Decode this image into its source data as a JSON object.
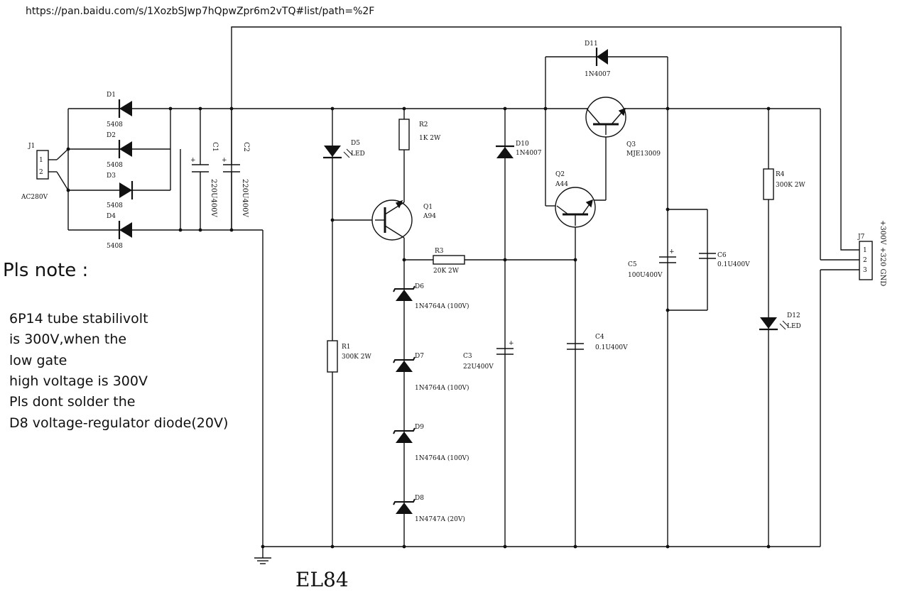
{
  "url": "https://pan.baidu.com/s/1XozbSJwp7hQpwZpr6m2vTQ#list/path=%2F",
  "note": {
    "title": "Pls note :",
    "lines": [
      "6P14 tube stabilivolt",
      "is 300V,when the",
      "low gate",
      "high voltage is 300V",
      "Pls dont solder the",
      "D8 voltage-regulator diode(20V)"
    ]
  },
  "caption": "EL84",
  "components": {
    "J1": {
      "ref": "J1",
      "pins": [
        "1",
        "2"
      ],
      "value": "AC280V"
    },
    "D1": {
      "ref": "D1",
      "value": "5408"
    },
    "D2": {
      "ref": "D2",
      "value": "5408"
    },
    "D3": {
      "ref": "D3",
      "value": "5408"
    },
    "D4": {
      "ref": "D4",
      "value": "5408"
    },
    "C1": {
      "ref": "C1",
      "value": "220U400V"
    },
    "C2": {
      "ref": "C2",
      "value": "220U400V"
    },
    "D5": {
      "ref": "D5",
      "value": "LED"
    },
    "R1": {
      "ref": "R1",
      "value": "300K 2W"
    },
    "R2": {
      "ref": "R2",
      "value": "1K 2W"
    },
    "Q1": {
      "ref": "Q1",
      "value": "A94"
    },
    "R3": {
      "ref": "R3",
      "value": "20K 2W"
    },
    "D6": {
      "ref": "D6",
      "value": "1N4764A (100V)"
    },
    "D7": {
      "ref": "D7",
      "value": "1N4764A (100V)"
    },
    "D9": {
      "ref": "D9",
      "value": "1N4764A (100V)"
    },
    "D8": {
      "ref": "D8",
      "value": "1N4747A (20V)"
    },
    "D10": {
      "ref": "D10",
      "value": "1N4007"
    },
    "C3": {
      "ref": "C3",
      "value": "22U400V"
    },
    "D11": {
      "ref": "D11",
      "value": "1N4007"
    },
    "Q2": {
      "ref": "Q2",
      "value": "A44"
    },
    "Q3": {
      "ref": "Q3",
      "value": "MJE13009"
    },
    "C4": {
      "ref": "C4",
      "value": "0.1U400V"
    },
    "C5": {
      "ref": "C5",
      "value": "100U400V"
    },
    "C6": {
      "ref": "C6",
      "value": "0.1U400V"
    },
    "R4": {
      "ref": "R4",
      "value": "300K 2W"
    },
    "D12": {
      "ref": "D12",
      "value": "LED"
    },
    "J7": {
      "ref": "J7",
      "pins": [
        "1",
        "2",
        "3"
      ],
      "value": "+300V +320 GND"
    }
  },
  "symbols": {
    "plus": "+"
  }
}
